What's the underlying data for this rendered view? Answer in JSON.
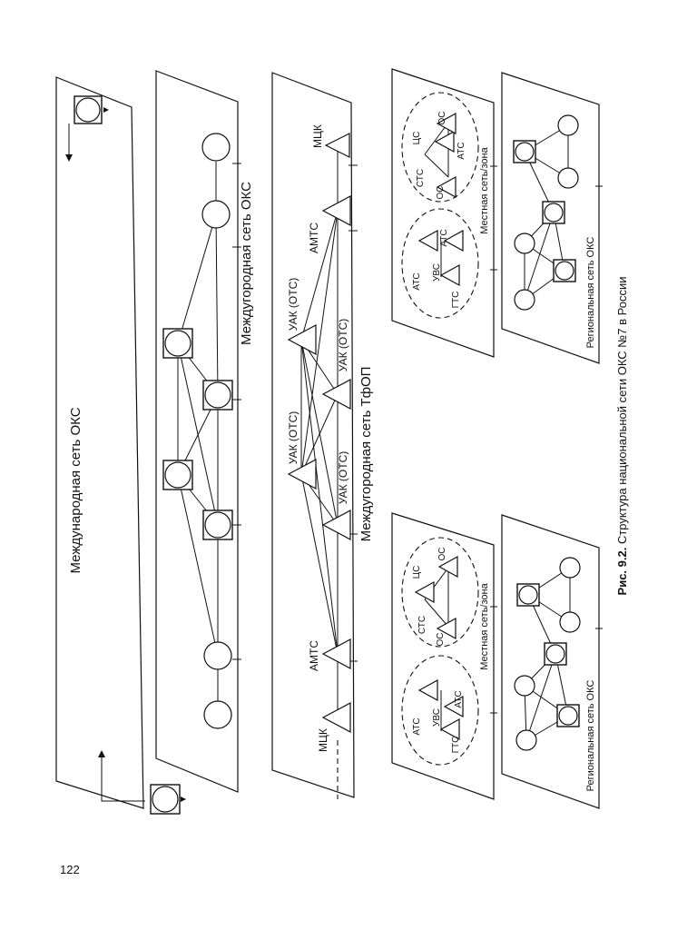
{
  "page": {
    "number": "122"
  },
  "figure": {
    "caption_bold": "Рис. 9.2.",
    "caption_text": " Структура национальной сети ОКС №7 в России",
    "labels": {
      "international": "Международная сеть ОКС",
      "longdistance_oks": "Междугородная сеть ОКС",
      "longdistance_tfop": "Междугородная сеть ТфОП",
      "local_zone": "Местная сеть/зона",
      "regional": "Региональная сеть ОКС"
    },
    "nodes": {
      "mck": "МЦК",
      "amts": "АМТС",
      "uak": "УАК (ОТС)",
      "ats": "АТС",
      "uvs": "УВС",
      "gts": "ГТС",
      "sts": "СТС",
      "os": "ОС",
      "cs": "ЦС"
    }
  }
}
